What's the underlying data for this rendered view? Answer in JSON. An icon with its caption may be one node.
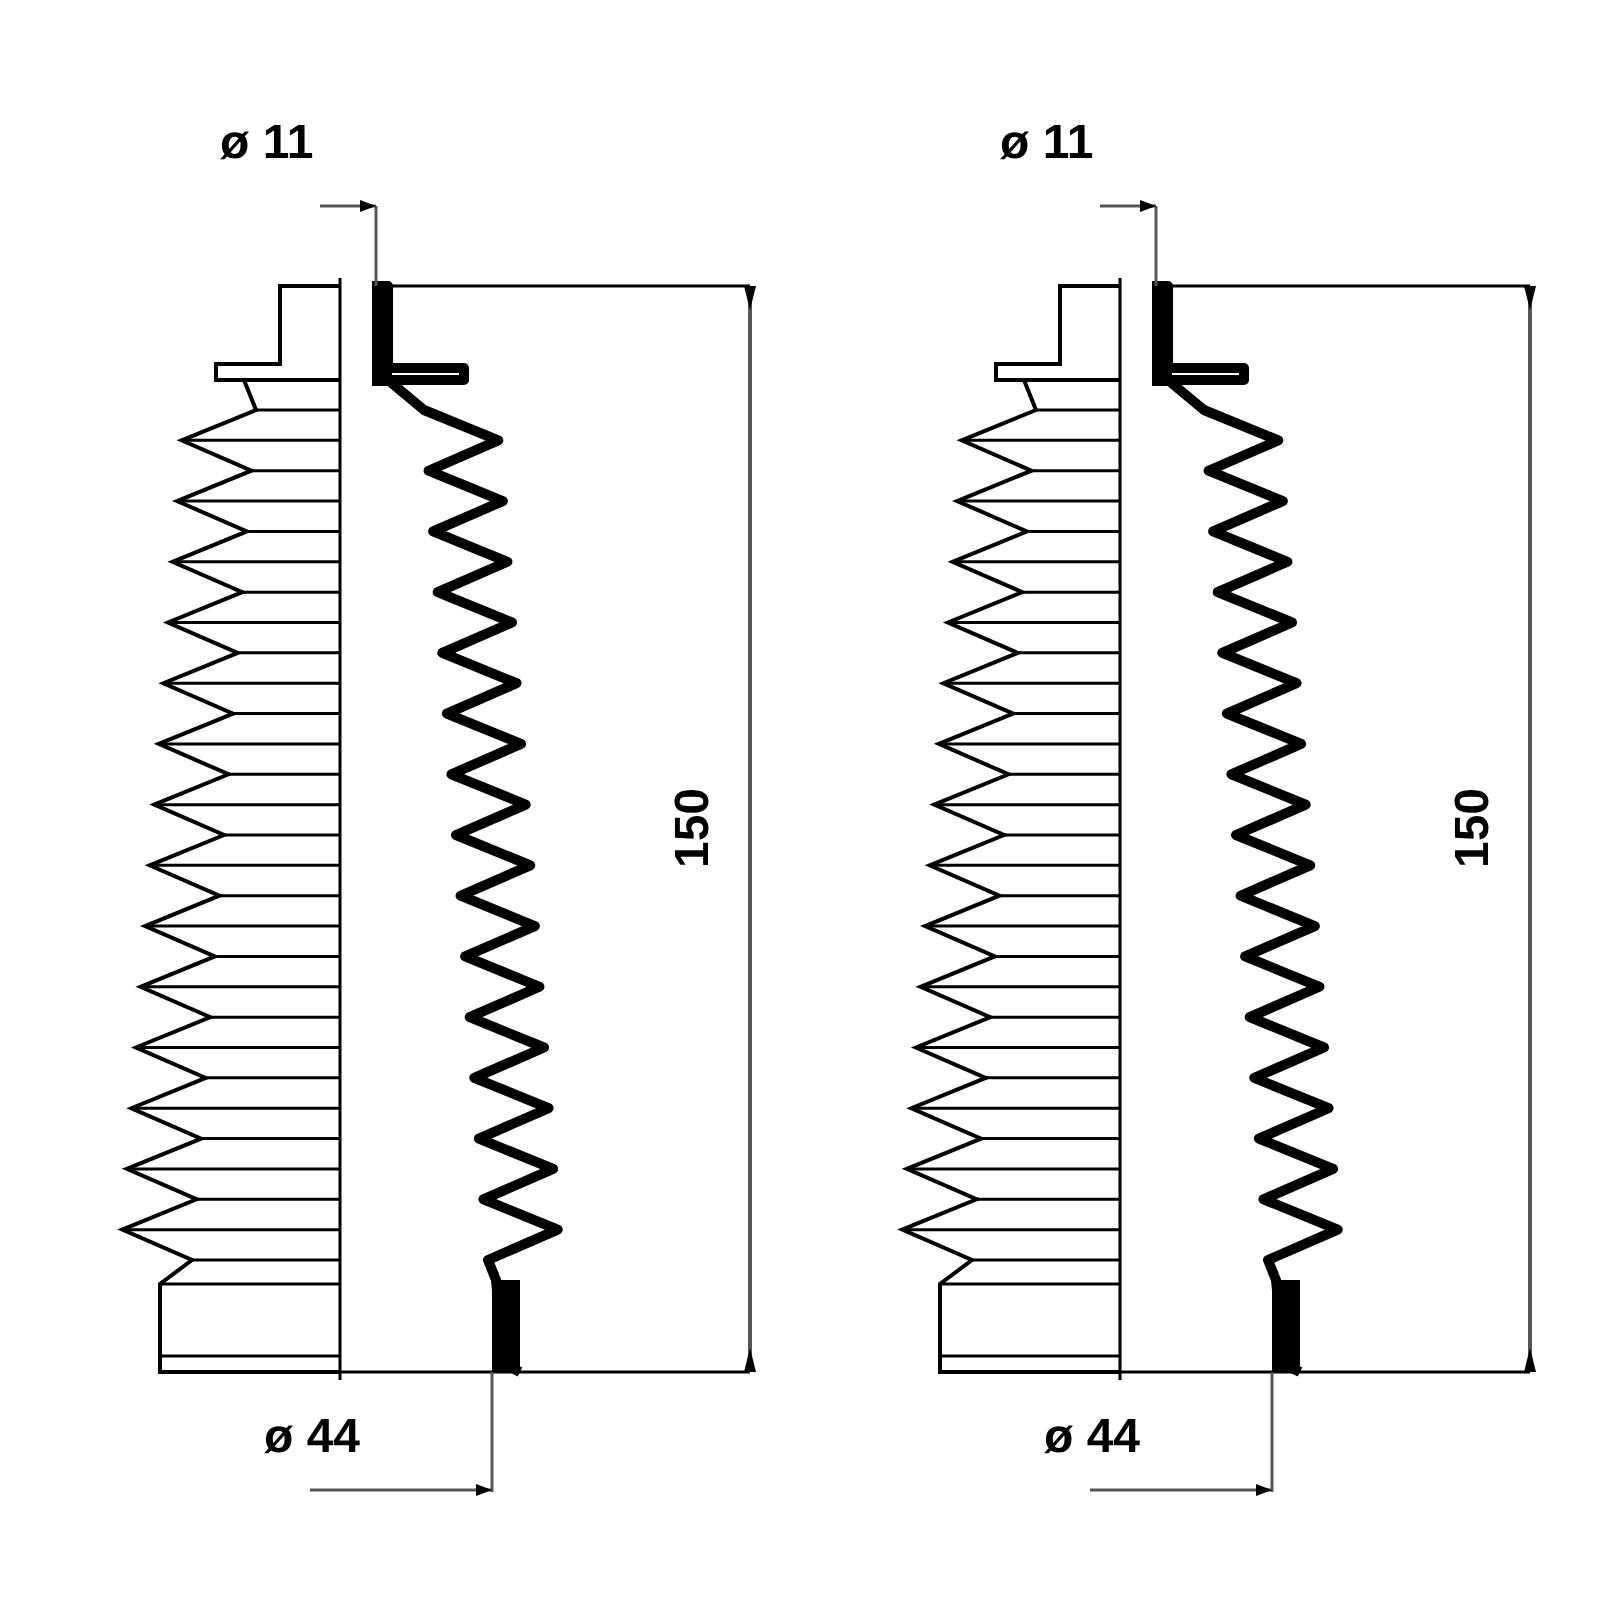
{
  "diagram": {
    "labels": [
      "ø 11",
      "ø 11",
      "150",
      "150",
      "ø 44",
      "ø 44"
    ]
  }
}
